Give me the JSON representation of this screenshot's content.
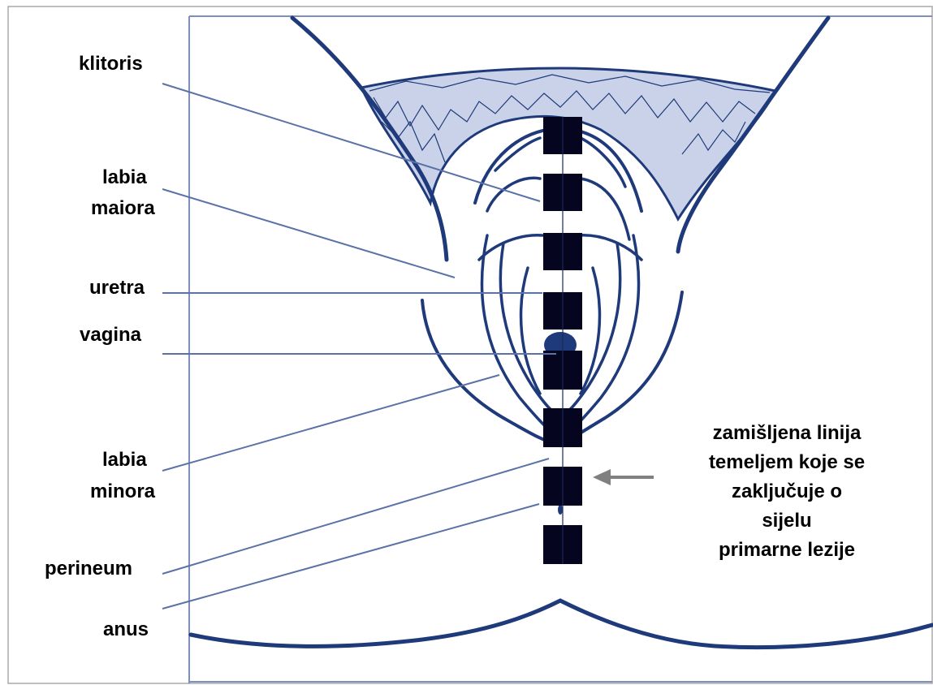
{
  "labels": {
    "klitoris": "klitoris",
    "labia_maiora_1": "labia",
    "labia_maiora_2": "maiora",
    "uretra": "uretra",
    "vagina": "vagina",
    "labia_minora_1": "labia",
    "labia_minora_2": "minora",
    "perineum": "perineum",
    "anus": "anus"
  },
  "note": {
    "line1": "zamišljena linija",
    "line2": "temeljem koje se",
    "line3": "zaključuje o",
    "line4": "sijelu",
    "line5": "primarne lezije"
  },
  "colors": {
    "drawing": "#1f3a7a",
    "leader": "#5a72a8",
    "frame": "#7d8fbb",
    "marker": "#05051f",
    "arrow": "#808080"
  }
}
